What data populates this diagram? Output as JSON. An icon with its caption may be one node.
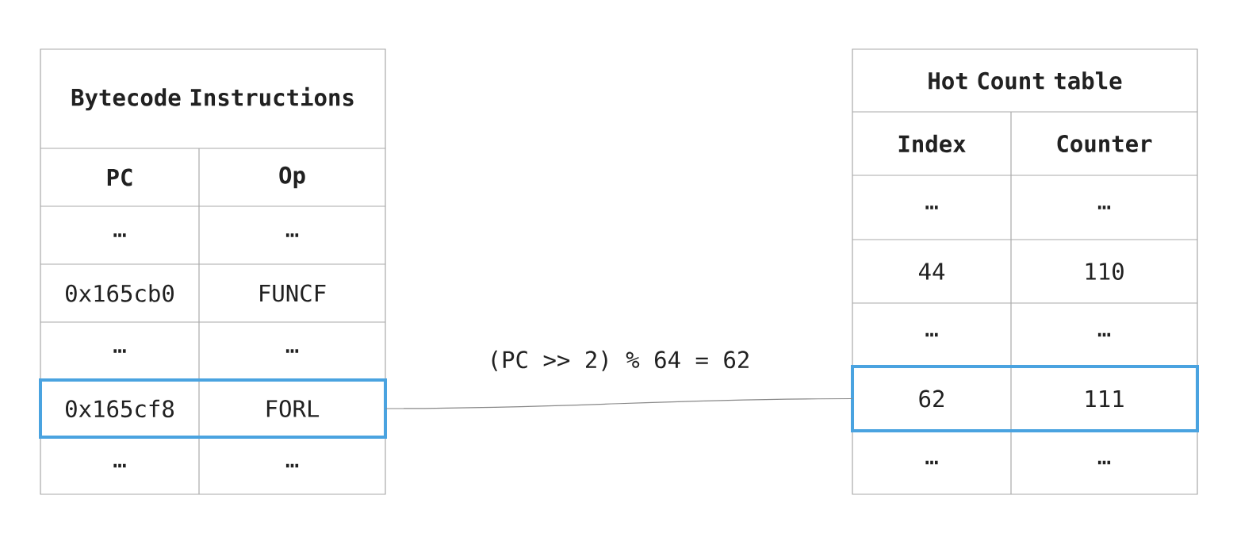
{
  "diagram": {
    "nodes": [
      {
        "text": [
          "Bytecode Instructions"
        ]
      },
      {
        "text": [
          "0x165cf8",
          "FORL"
        ],
        "in": 0
      },
      {
        "text": [
          "Hot Count table"
        ]
      },
      {
        "text": [
          "62",
          "111"
        ],
        "in": 2
      }
    ],
    "edges": [
      {
        "from": 1,
        "to": 3,
        "arrow": "none",
        "label": "(PC >> 2) % 64 = 62"
      }
    ],
    "labels": [
      "PC",
      "Op",
      "…",
      "…",
      "0x165cb0",
      "FUNCF",
      "…",
      "…",
      "…",
      "…",
      "Index",
      "Counter",
      "…",
      "…",
      "44",
      "110",
      "…",
      "…",
      "…",
      "…"
    ]
  }
}
